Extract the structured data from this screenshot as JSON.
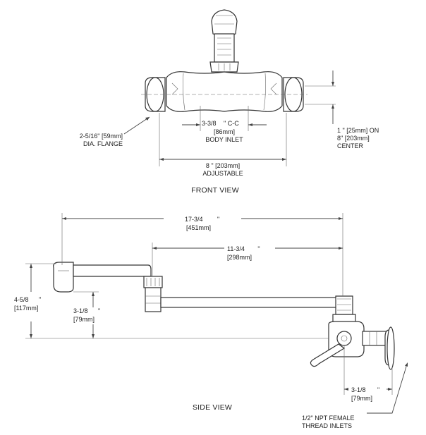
{
  "front_view": {
    "title": "FRONT VIEW",
    "flange": {
      "line1": "2-5/16\" [59mm]",
      "line2": "DIA. FLANGE"
    },
    "body_inlet": {
      "dim": "3-3/8",
      "mark": "\" C-C",
      "metric": "[86mm]",
      "text": "BODY INLET"
    },
    "adjustable": {
      "dim": "8 \" [203mm]",
      "text": "ADJUSTABLE"
    },
    "offset": {
      "line1": "1 \" [25mm] ON",
      "line2": "8\" [203mm]",
      "line3": "CENTER"
    }
  },
  "side_view": {
    "title": "SIDE VIEW",
    "overall_reach": {
      "dim": "17-3/4",
      "mark": "\"",
      "metric": "[451mm]"
    },
    "arm_reach": {
      "dim": "11-3/4",
      "mark": "\"",
      "metric": "[298mm]"
    },
    "height": {
      "dim": "4-5/8",
      "mark": "\"",
      "metric": "[117mm]"
    },
    "spout_drop": {
      "dim": "3-1/8",
      "mark": "\"",
      "metric": "[79mm]"
    },
    "wall_offset": {
      "dim": "3-1/8",
      "mark": "\"",
      "metric": "[79mm]"
    },
    "inlets": {
      "line1": "1/2\" NPT FEMALE",
      "line2": "THREAD INLETS"
    }
  }
}
